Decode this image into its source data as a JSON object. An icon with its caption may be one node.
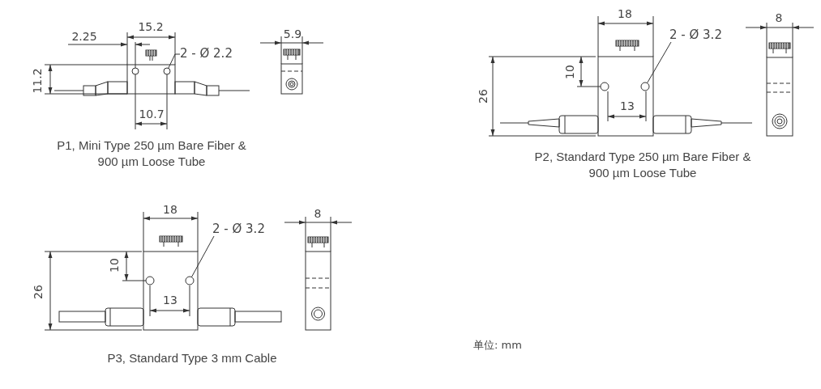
{
  "diagram": {
    "nodes": [
      {
        "text": [
          "2 - Ø 2.2"
        ]
      },
      {
        "text": [],
        "shape": "circle"
      },
      {
        "text": [
          "2 - Ø 3.2"
        ]
      },
      {
        "text": [],
        "shape": "circle"
      },
      {
        "text": [
          "2 - Ø 3.2"
        ]
      },
      {
        "text": [],
        "shape": "circle"
      }
    ],
    "edges": [
      {
        "from": 0,
        "to": 1,
        "arrow": "none"
      },
      {
        "from": 2,
        "to": 3,
        "arrow": "none"
      },
      {
        "from": 4,
        "to": 5,
        "arrow": "none"
      }
    ],
    "labels": [
      "15.2",
      "2.25",
      "5.9",
      "11.2",
      "10.7",
      "P1, Mini Type 250 µm Bare Fiber & 900 µm Loose Tube",
      "18",
      "8",
      "10",
      "26",
      "13",
      "P2, Standard Type 250 µm Bare Fiber & 900 µm Loose Tube",
      "18",
      "8",
      "10",
      "26",
      "13",
      "P3, Standard Type 3 mm Cable",
      "单位: mm"
    ]
  }
}
